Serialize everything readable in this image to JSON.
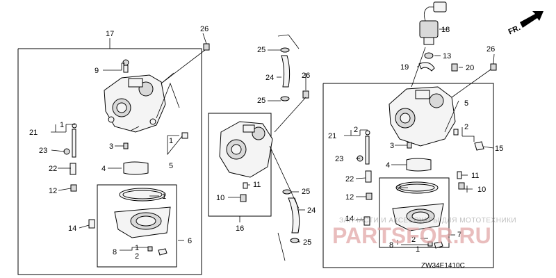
{
  "callouts": {
    "n1": "1",
    "n2": "2",
    "n3": "3",
    "n4": "4",
    "n5": "5",
    "n6": "6",
    "n7": "7",
    "n8": "8",
    "n9": "9",
    "n10": "10",
    "n11": "11",
    "n12": "12",
    "n13": "13",
    "n14": "14",
    "n15": "15",
    "n16": "16",
    "n17": "17",
    "n18": "18",
    "n19": "19",
    "n20": "20",
    "n21": "21",
    "n22": "22",
    "n23": "23",
    "n24": "24",
    "n25": "25",
    "n26": "26"
  },
  "direction_label": "FR.",
  "diagram_code": "ZW34E1410C",
  "watermark": {
    "text": "ЗАПЧАСТИ И АКСЕССУАРЫ ДЛЯ МОТОТЕХНИКИ",
    "logo": "PARTSFOR.RU"
  }
}
